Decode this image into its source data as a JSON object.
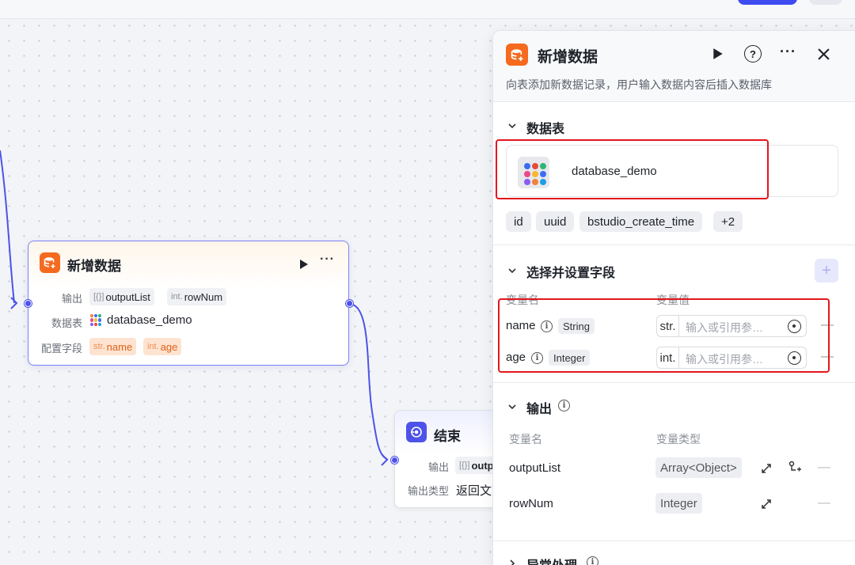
{
  "canvas": {
    "insert_node": {
      "title": "新增数据",
      "output_label": "输出",
      "outputs": [
        {
          "prefix": "[{}]",
          "name": "outputList"
        },
        {
          "prefix": "int.",
          "name": "rowNum"
        }
      ],
      "table_label": "数据表",
      "table_name": "database_demo",
      "fields_label": "配置字段",
      "fields": [
        {
          "prefix": "str.",
          "name": "name"
        },
        {
          "prefix": "int.",
          "name": "age"
        }
      ]
    },
    "end_node": {
      "title": "结束",
      "output_label": "输出",
      "output_chip": {
        "prefix": "[{}]",
        "name": "outp"
      },
      "output_type_label": "输出类型",
      "output_type_value": "返回文"
    }
  },
  "panel": {
    "title": "新增数据",
    "description": "向表添加新数据记录，用户输入数据内容后插入数据库",
    "table_section": {
      "title": "数据表",
      "table_name": "database_demo",
      "field_tags": [
        "id",
        "uuid",
        "bstudio_create_time",
        "+2"
      ]
    },
    "fields_section": {
      "title": "选择并设置字段",
      "add_label": "+",
      "col_name": "变量名",
      "col_value": "变量值",
      "rows": [
        {
          "name": "name",
          "type": "String",
          "prefix": "str.",
          "placeholder": "输入或引用参…",
          "remove": "—"
        },
        {
          "name": "age",
          "type": "Integer",
          "prefix": "int.",
          "placeholder": "输入或引用参…",
          "remove": "—"
        }
      ]
    },
    "output_section": {
      "title": "输出",
      "col_name": "变量名",
      "col_type": "变量类型",
      "rows": [
        {
          "name": "outputList",
          "type": "Array<Object>",
          "remove": "—"
        },
        {
          "name": "rowNum",
          "type": "Integer",
          "remove": "—"
        }
      ]
    },
    "exception_section": {
      "title": "异常处理"
    }
  },
  "colors": {
    "accent": "#4d53e8",
    "node_orange": "#f56a1f",
    "highlight_red": "#e4161c"
  },
  "icons": [
    "database-add-icon",
    "run-icon",
    "more-icon",
    "help-icon",
    "close-icon",
    "chevron-down-icon",
    "info-icon",
    "expand-icon",
    "add-sub-field-icon",
    "end-node-icon",
    "variable-picker-icon"
  ]
}
